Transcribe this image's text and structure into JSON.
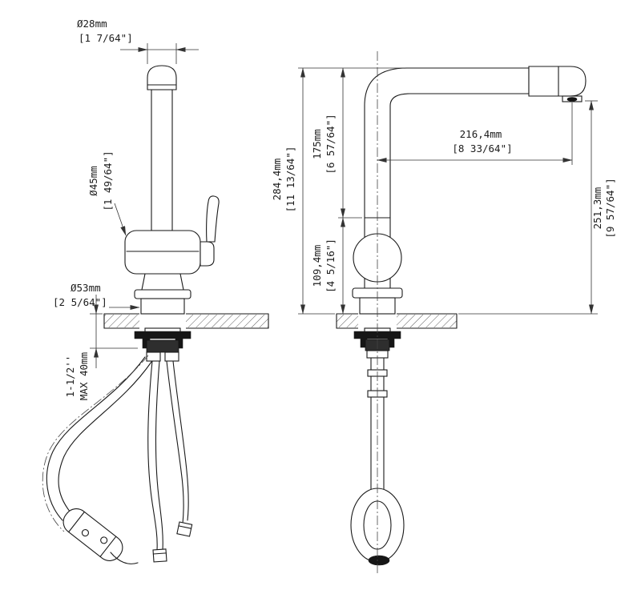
{
  "page": {
    "background": "#ffffff",
    "line_color": "#1a1a1a",
    "dimension_color": "#333333"
  },
  "drawing": {
    "type": "technical-dimension-drawing",
    "subject": "pull-out kitchen faucet, front view and side view",
    "dimensions": {
      "spout_top_diameter": {
        "metric": "Ø28mm",
        "imperial": "[1 7/64\"]"
      },
      "body_diameter": {
        "metric": "Ø45mm",
        "imperial": "[1 49/64\"]"
      },
      "base_diameter": {
        "metric": "Ø53mm",
        "imperial": "[2 5/64\"]"
      },
      "deck_thickness": {
        "imperial": "1-1/2''",
        "metric": "MAX 40mm"
      },
      "total_height": {
        "metric": "284,4mm",
        "imperial": "[11 13/64\"]"
      },
      "spout_height": {
        "metric": "175mm",
        "imperial": "[6 57/64\"]"
      },
      "body_height": {
        "metric": "109,4mm",
        "imperial": "[4 5/16\"]"
      },
      "spout_reach": {
        "metric": "216,4mm",
        "imperial": "[8 33/64\"]"
      },
      "outlet_height": {
        "metric": "251,3mm",
        "imperial": "[9 57/64\"]"
      }
    }
  }
}
